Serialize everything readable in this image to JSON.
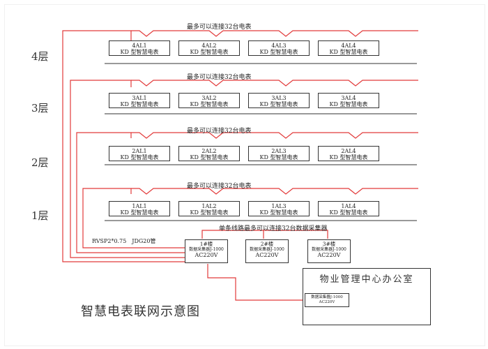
{
  "diagram": {
    "title": "智慧电表联网示意图",
    "cable_note": "RVSP2*0.75　JDG20管",
    "wire_color": "#e23a3a",
    "floors": [
      {
        "label": "4层",
        "bus_label": "最多可以连接32台电表",
        "meters": [
          {
            "code": "4AL1",
            "name": "KD 型智慧电表"
          },
          {
            "code": "4AL2",
            "name": "KD 型智慧电表"
          },
          {
            "code": "4AL3",
            "name": "KD 型智慧电表"
          },
          {
            "code": "4AL4",
            "name": "KD 型智慧电表"
          }
        ]
      },
      {
        "label": "3层",
        "bus_label": "最多可以连接32台电表",
        "meters": [
          {
            "code": "3AL1",
            "name": "KD 型智慧电表"
          },
          {
            "code": "3AL2",
            "name": "KD 型智慧电表"
          },
          {
            "code": "3AL3",
            "name": "KD 型智慧电表"
          },
          {
            "code": "3AL4",
            "name": "KD 型智慧电表"
          }
        ]
      },
      {
        "label": "2层",
        "bus_label": "最多可以连接32台电表",
        "meters": [
          {
            "code": "2AL1",
            "name": "KD 型智慧电表"
          },
          {
            "code": "2AL2",
            "name": "KD 型智慧电表"
          },
          {
            "code": "2AL3",
            "name": "KD 型智慧电表"
          },
          {
            "code": "2AL4",
            "name": "KD 型智慧电表"
          }
        ]
      },
      {
        "label": "1层",
        "bus_label": "最多可以连接32台电表",
        "meters": [
          {
            "code": "1AL1",
            "name": "KD 型智慧电表"
          },
          {
            "code": "1AL2",
            "name": "KD 型智慧电表"
          },
          {
            "code": "1AL3",
            "name": "KD 型智慧电表"
          },
          {
            "code": "1AL4",
            "name": "KD 型智慧电表"
          }
        ]
      }
    ],
    "collector_bus_label": "单条线路最多可以连接32台数据采集器",
    "collectors": [
      {
        "name": "1#楼",
        "model": "数据采集器J-1000",
        "power": "AC220V"
      },
      {
        "name": "2#楼",
        "model": "数据采集器J-1000",
        "power": "AC220V"
      },
      {
        "name": "3#楼",
        "model": "数据采集器J-1000",
        "power": "AC220V"
      }
    ],
    "office": {
      "title": "物业管理中心办公室",
      "device_model": "数据采集器J-1000",
      "device_power": "AC220V"
    }
  }
}
